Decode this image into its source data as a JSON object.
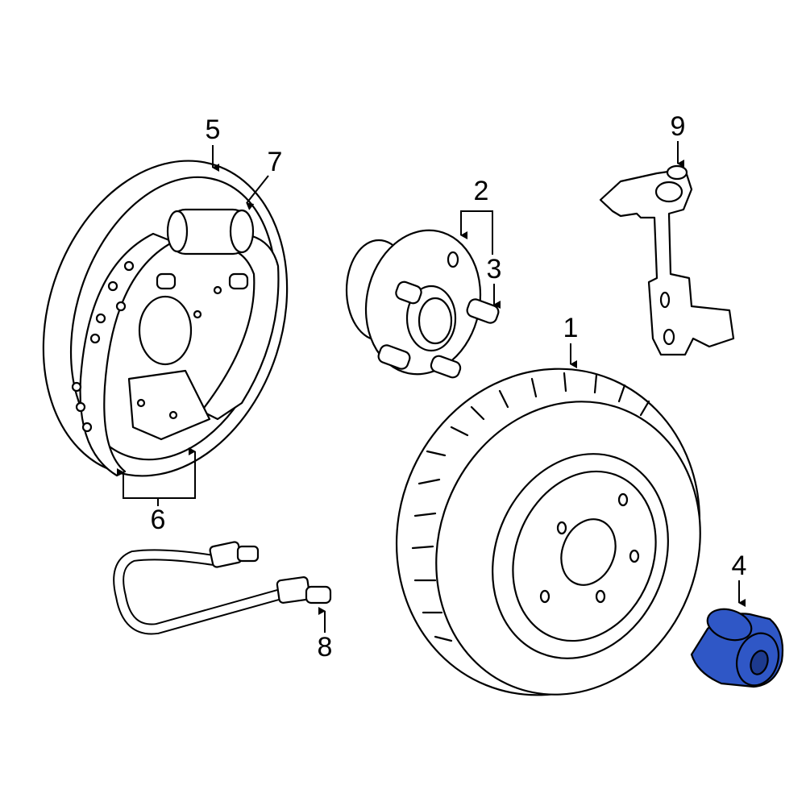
{
  "diagram": {
    "callouts": [
      "1",
      "2",
      "3",
      "4",
      "5",
      "6",
      "7",
      "8",
      "9"
    ],
    "highlight_color": "#2f57c6",
    "highlighted_part": "4"
  }
}
